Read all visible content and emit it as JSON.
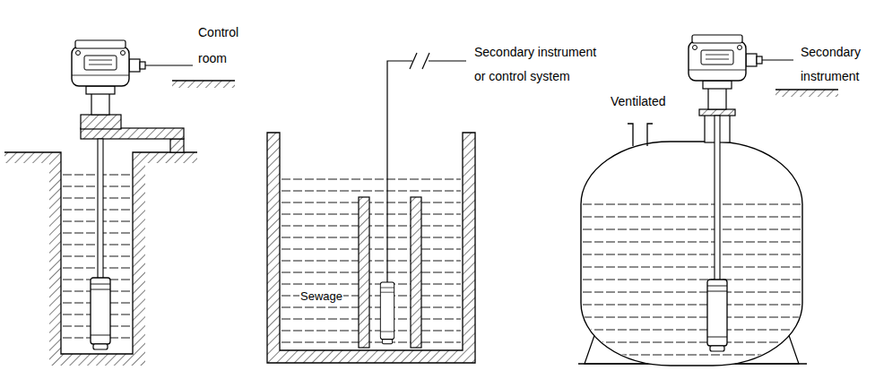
{
  "diagram": {
    "labels": [
      "Control room",
      "Secondary instrument or control system",
      "Ventilated",
      "Secondary instrument",
      "Sewage"
    ]
  }
}
